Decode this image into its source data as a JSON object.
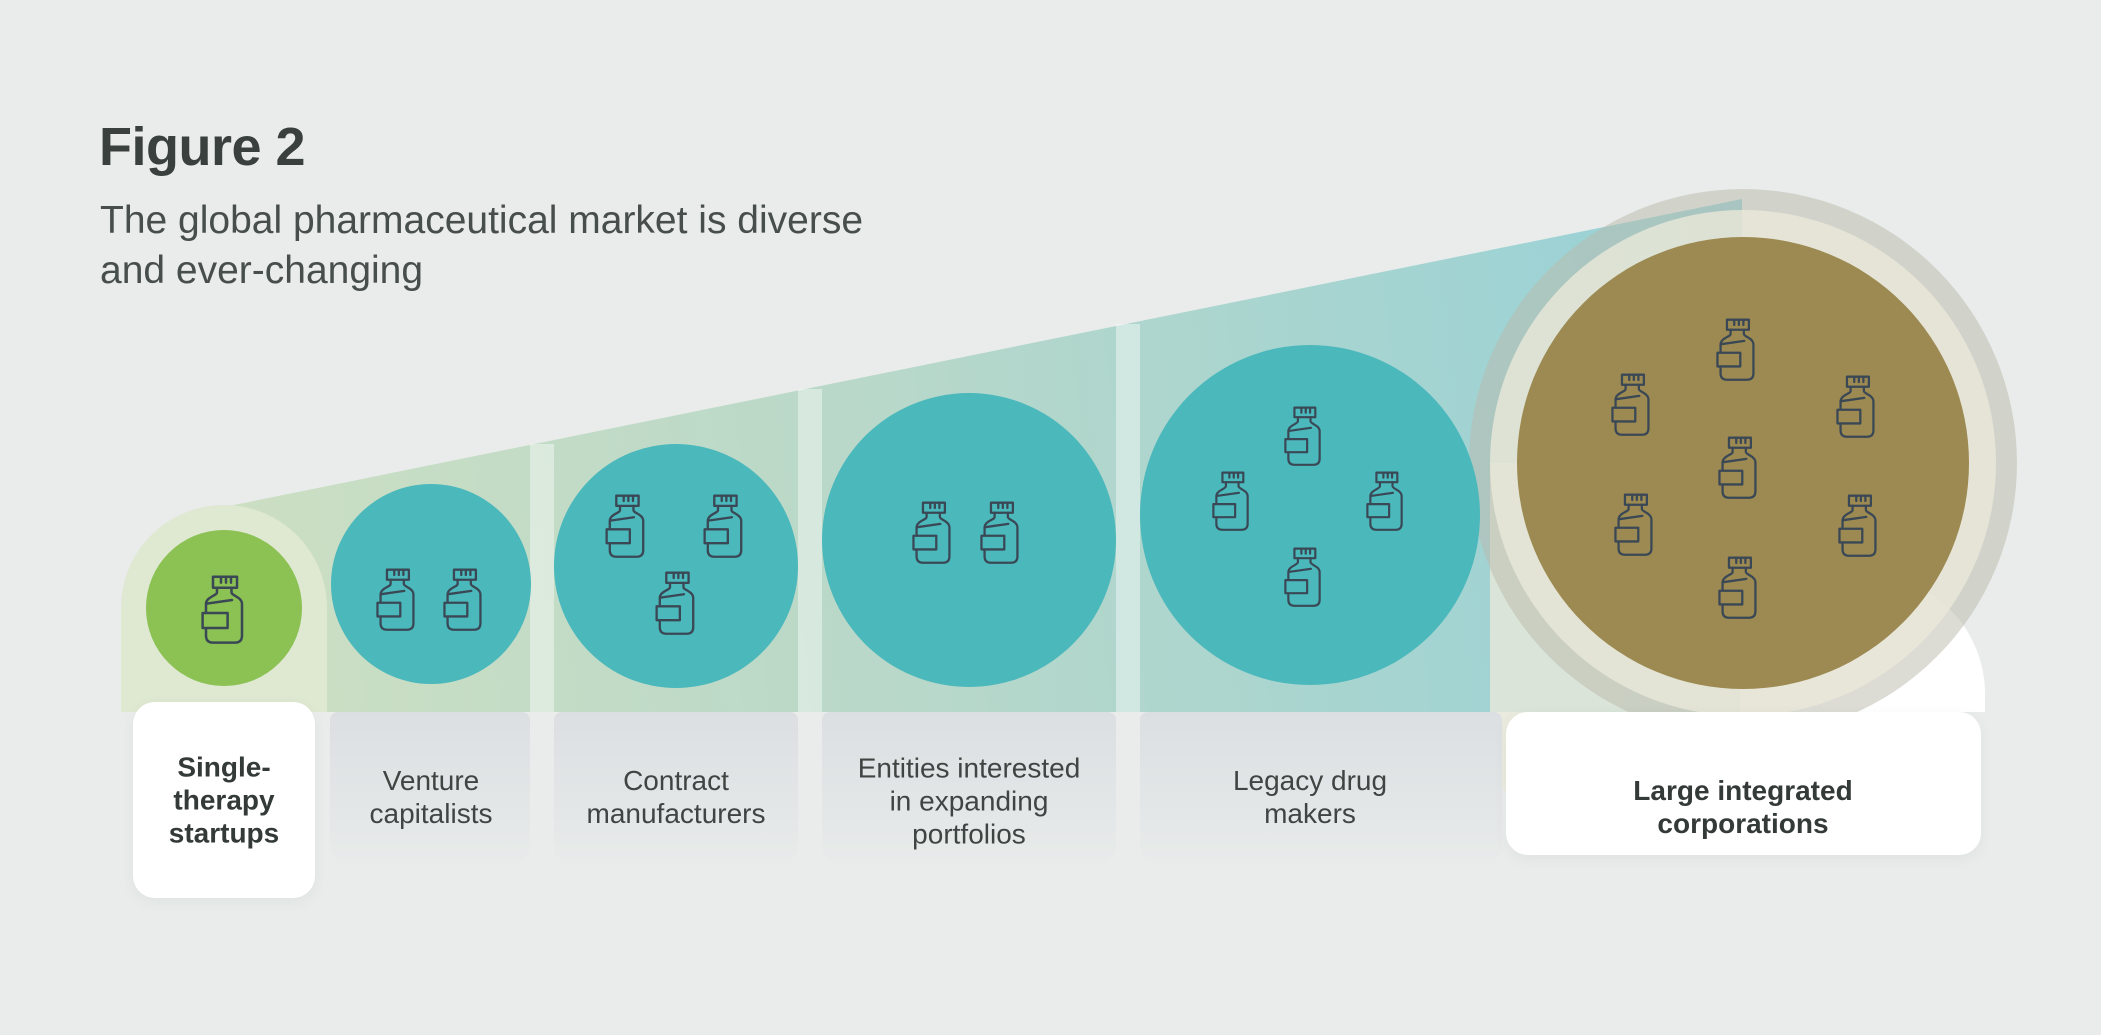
{
  "figure": {
    "title": "Figure 2",
    "subtitle_lines": [
      "The global pharmaceutical market is diverse",
      "and ever-changing"
    ]
  },
  "segments": [
    {
      "label": "Single-therapy startups",
      "label_lines": [
        "Single-",
        "therapy",
        "startups"
      ],
      "bottle_count": 1,
      "emphasized": true,
      "color": "green"
    },
    {
      "label": "Venture capitalists",
      "label_lines": [
        "Venture",
        "capitalists"
      ],
      "bottle_count": 2,
      "emphasized": false,
      "color": "teal"
    },
    {
      "label": "Contract manufacturers",
      "label_lines": [
        "Contract",
        "manufacturers"
      ],
      "bottle_count": 3,
      "emphasized": false,
      "color": "teal"
    },
    {
      "label": "Entities interested in expanding portfolios",
      "label_lines": [
        "Entities interested",
        "in expanding",
        "portfolios"
      ],
      "bottle_count": 2,
      "emphasized": false,
      "color": "teal"
    },
    {
      "label": "Legacy drug makers",
      "label_lines": [
        "Legacy drug",
        "makers"
      ],
      "bottle_count": 4,
      "emphasized": false,
      "color": "teal"
    },
    {
      "label": "Large integrated corporations",
      "label_lines": [
        "Large integrated",
        "corporations"
      ],
      "bottle_count": 7,
      "emphasized": true,
      "color": "gold"
    }
  ],
  "icons": {
    "bottle": "medicine-bottle-icon"
  },
  "colors": {
    "background": "#e9eceb",
    "title_text": "#3a403e",
    "subtitle_text": "#474e4c",
    "label_text": "#3f4543",
    "label_text_emphasis": "#343a38",
    "bottle_outline": "#3a4855",
    "green": "#8cc153",
    "teal": "#4bb8bc",
    "gold": "#9d8a52",
    "halo_sage": "#dfe8d1",
    "halo_cream": "rgba(235,233,218,0.78)",
    "halo_greige": "rgba(185,186,171,0.5)",
    "card_white": "#ffffff",
    "card_gray_top": "#dbdfe2",
    "card_gray_bottom": "#e8ebea",
    "wedge_start": "#cfe0c2",
    "wedge_mid": "#b9d8c9",
    "wedge_end": "#97d1d7",
    "gap_strip": "rgba(255,255,255,0.42)"
  }
}
